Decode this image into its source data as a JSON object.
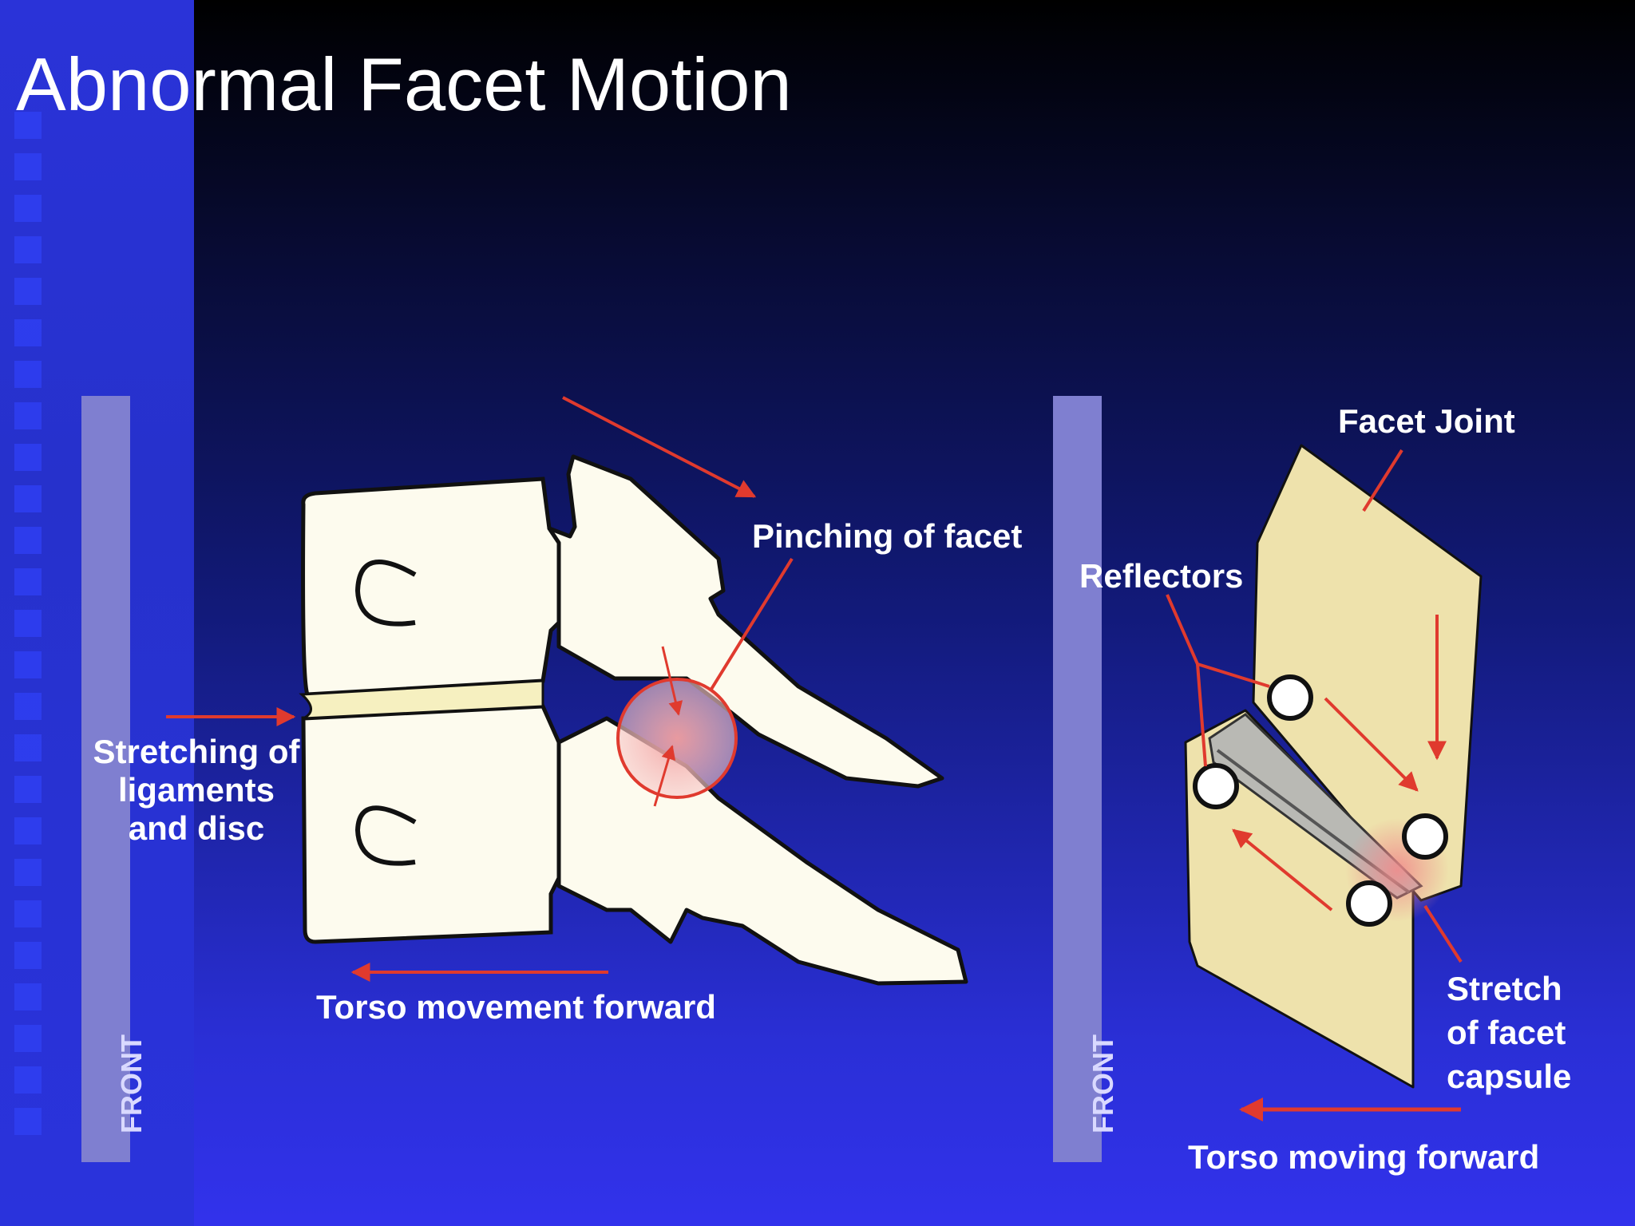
{
  "slide": {
    "title": "Abnormal Facet Motion"
  },
  "left_diagram": {
    "front_label": "FRONT",
    "pinching_label": "Pinching of facet",
    "stretching_label_1": "Stretching of",
    "stretching_label_2": "ligaments",
    "stretching_label_3": "and disc",
    "torso_label": "Torso movement forward"
  },
  "right_diagram": {
    "front_label": "FRONT",
    "facet_joint_label": "Facet Joint",
    "reflectors_label": "Reflectors",
    "stretch_label_1": "Stretch",
    "stretch_label_2": "of facet",
    "stretch_label_3": "capsule",
    "torso_label": "Torso moving forward"
  },
  "colors": {
    "arrow": "#e03a2e",
    "bone": "#fdfbee",
    "disc": "#f6f0c0",
    "facet": "#eee2ac",
    "front_bar": "#7f7fd0"
  }
}
